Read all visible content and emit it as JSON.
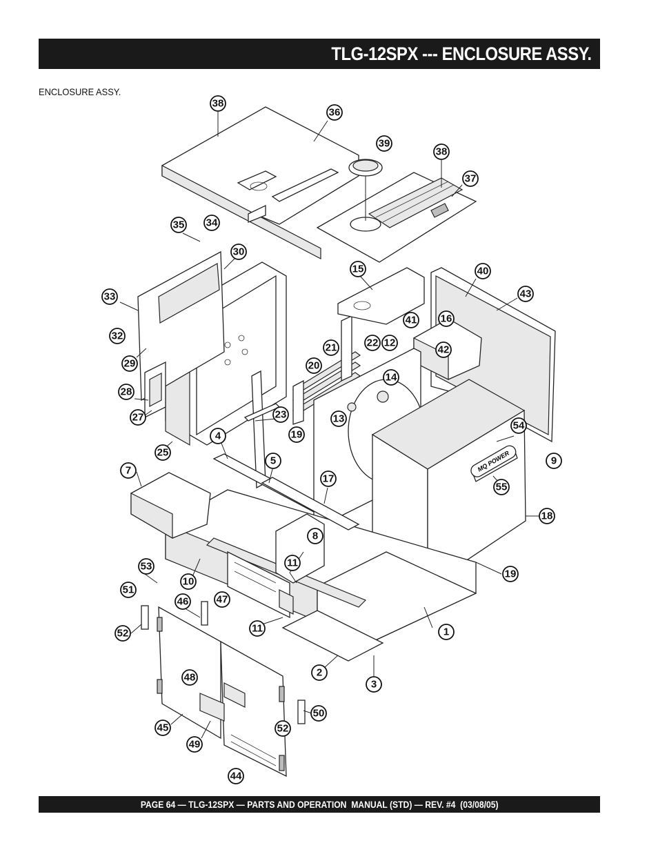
{
  "header": {
    "title": "TLG-12SPX --- ENCLOSURE ASSY."
  },
  "section": {
    "label": "ENCLOSURE ASSY."
  },
  "logo": {
    "text": "MQ POWER"
  },
  "callouts": [
    {
      "id": "c38a",
      "num": "38"
    },
    {
      "id": "c36",
      "num": "36"
    },
    {
      "id": "c39",
      "num": "39"
    },
    {
      "id": "c38b",
      "num": "38"
    },
    {
      "id": "c37",
      "num": "37"
    },
    {
      "id": "c35",
      "num": "35"
    },
    {
      "id": "c34",
      "num": "34"
    },
    {
      "id": "c30",
      "num": "30"
    },
    {
      "id": "c15",
      "num": "15"
    },
    {
      "id": "c40",
      "num": "40"
    },
    {
      "id": "c43",
      "num": "43"
    },
    {
      "id": "c33",
      "num": "33"
    },
    {
      "id": "c41",
      "num": "41"
    },
    {
      "id": "c16",
      "num": "16"
    },
    {
      "id": "c32",
      "num": "32"
    },
    {
      "id": "c21",
      "num": "21"
    },
    {
      "id": "c22",
      "num": "22"
    },
    {
      "id": "c12",
      "num": "12"
    },
    {
      "id": "c42",
      "num": "42"
    },
    {
      "id": "c29",
      "num": "29"
    },
    {
      "id": "c20",
      "num": "20"
    },
    {
      "id": "c14",
      "num": "14"
    },
    {
      "id": "c28",
      "num": "28"
    },
    {
      "id": "c27",
      "num": "27"
    },
    {
      "id": "c23",
      "num": "23"
    },
    {
      "id": "c13",
      "num": "13"
    },
    {
      "id": "c54",
      "num": "54"
    },
    {
      "id": "c4",
      "num": "4"
    },
    {
      "id": "c19a",
      "num": "19"
    },
    {
      "id": "c25",
      "num": "25"
    },
    {
      "id": "c9",
      "num": "9"
    },
    {
      "id": "c5",
      "num": "5"
    },
    {
      "id": "c7",
      "num": "7"
    },
    {
      "id": "c17",
      "num": "17"
    },
    {
      "id": "c55",
      "num": "55"
    },
    {
      "id": "c18",
      "num": "18"
    },
    {
      "id": "c8",
      "num": "8"
    },
    {
      "id": "c53",
      "num": "53"
    },
    {
      "id": "c11a",
      "num": "11"
    },
    {
      "id": "c19b",
      "num": "19"
    },
    {
      "id": "c10",
      "num": "10"
    },
    {
      "id": "c51",
      "num": "51"
    },
    {
      "id": "c46",
      "num": "46"
    },
    {
      "id": "c47",
      "num": "47"
    },
    {
      "id": "c11b",
      "num": "11"
    },
    {
      "id": "c1",
      "num": "1"
    },
    {
      "id": "c52a",
      "num": "52"
    },
    {
      "id": "c2",
      "num": "2"
    },
    {
      "id": "c48",
      "num": "48"
    },
    {
      "id": "c3",
      "num": "3"
    },
    {
      "id": "c50",
      "num": "50"
    },
    {
      "id": "c45",
      "num": "45"
    },
    {
      "id": "c52b",
      "num": "52"
    },
    {
      "id": "c49",
      "num": "49"
    },
    {
      "id": "c44",
      "num": "44"
    }
  ],
  "footer": {
    "text": "PAGE 64 — TLG-12SPX — PARTS AND OPERATION  MANUAL (STD) — REV. #4  (03/08/05)"
  }
}
